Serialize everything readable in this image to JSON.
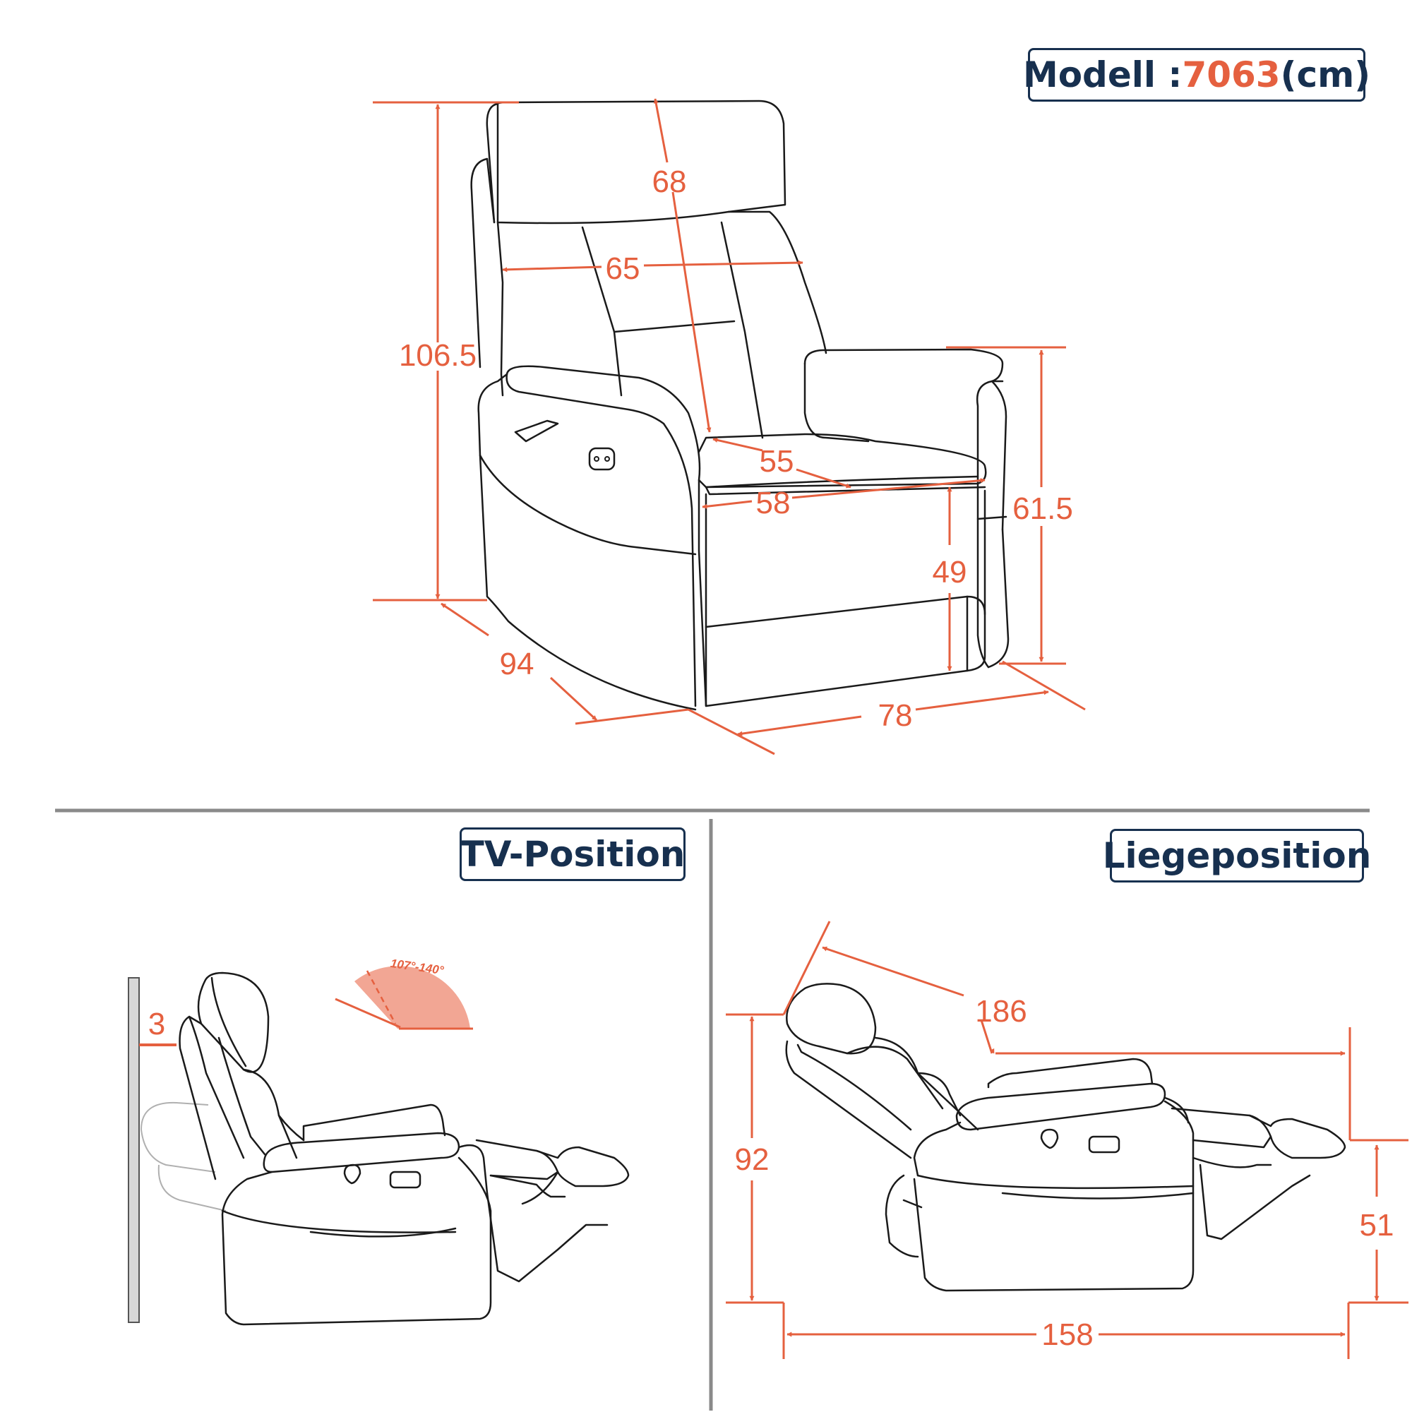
{
  "header": {
    "model_label": "Modell : ",
    "model_number": "7063",
    "model_unit": "(cm)"
  },
  "sections": {
    "tv_position": "TV-Position",
    "lying_position": "Liegeposition"
  },
  "dimensions": {
    "total_height": "106.5",
    "backrest_height": "68",
    "backrest_width": "65",
    "seat_depth": "55",
    "seat_width": "58",
    "armrest_height": "61.5",
    "seat_height": "49",
    "total_depth": "94",
    "total_width": "78",
    "wall_distance": "3",
    "recline_angle": "107°-140°",
    "lying_length": "186",
    "lying_height": "92",
    "footrest_height": "51",
    "lying_depth": "158"
  },
  "colors": {
    "accent": "#E5603F",
    "navy": "#17304F",
    "line": "#1a1a1a",
    "divider": "#8a8a8a",
    "angle_fill": "#F2A694"
  }
}
